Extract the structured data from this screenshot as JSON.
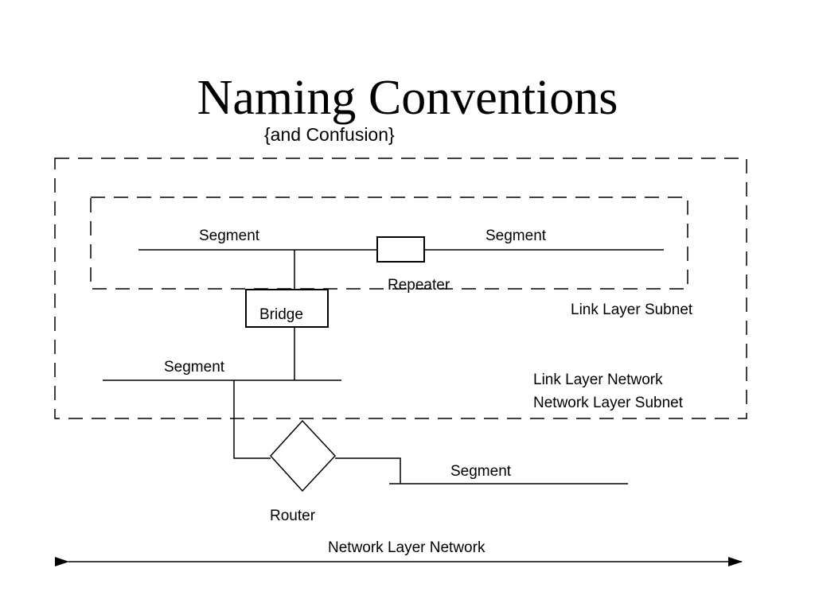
{
  "slide": {
    "title": "Naming Conventions",
    "subtitle": "{and Confusion}"
  },
  "diagram": {
    "labels": {
      "segment_top_left": "Segment",
      "segment_top_right": "Segment",
      "repeater": "Repeater",
      "bridge": "Bridge",
      "link_layer_subnet": "Link Layer Subnet",
      "segment_middle": "Segment",
      "link_layer_network": "Link Layer Network",
      "network_layer_subnet": "Network Layer Subnet",
      "segment_bottom_right": "Segment",
      "router": "Router",
      "network_layer_network": "Network Layer Network"
    }
  }
}
